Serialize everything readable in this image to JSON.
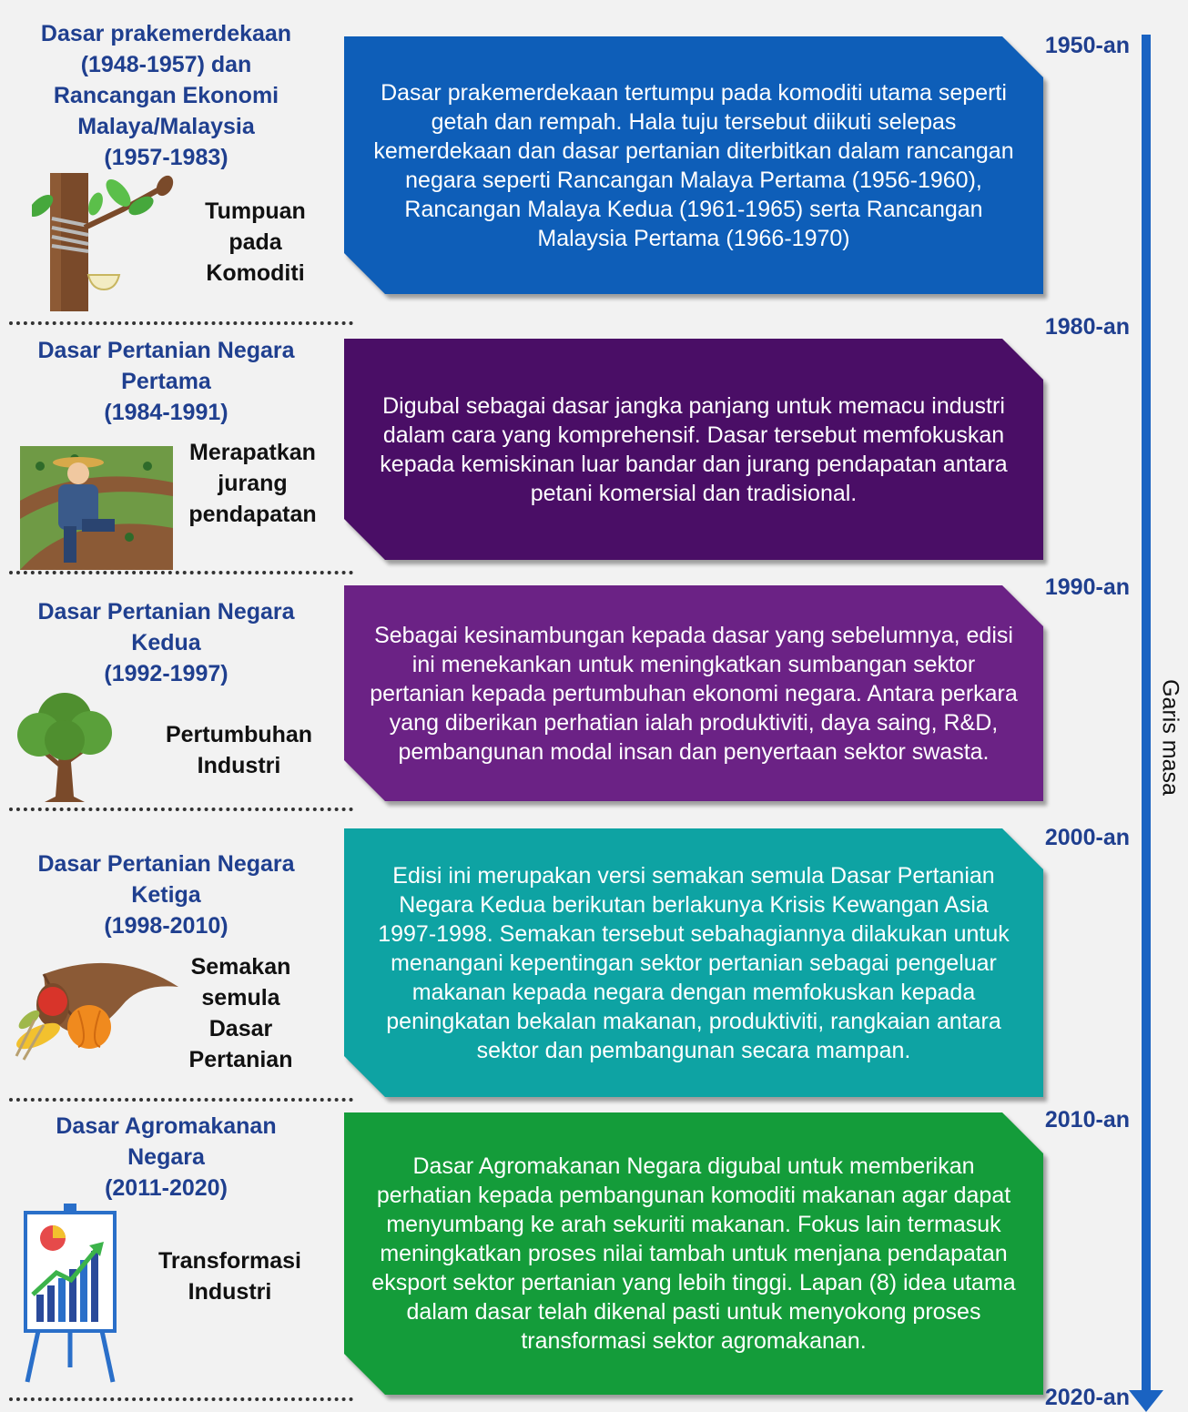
{
  "timeline": {
    "axis_label": "Garis masa",
    "decades": [
      "1950-an",
      "1980-an",
      "1990-an",
      "2000-an",
      "2010-an",
      "2020-an"
    ]
  },
  "phases": [
    {
      "title": "Dasar prakemerdekaan\n(1948-1957) dan\nRancangan Ekonomi\nMalaya/Malaysia\n(1957-1983)",
      "focus": "Tumpuan\npada\nKomoditi",
      "icon": "rubber-tree-tapping-icon",
      "color": "#0e5eb8",
      "description": "Dasar prakemerdekaan tertumpu pada komoditi utama seperti getah dan rempah. Hala tuju tersebut diikuti selepas kemerdekaan dan dasar pertanian diterbitkan dalam rancangan negara seperti Rancangan Malaya Pertama (1956-1960), Rancangan Malaya Kedua (1961-1965) serta Rancangan Malaysia Pertama (1966-1970)"
    },
    {
      "title": "Dasar Pertanian Negara\nPertama\n(1984-1991)",
      "focus": "Merapatkan\njurang\npendapatan",
      "icon": "farmer-icon",
      "color": "#4a0e66",
      "description": "Digubal sebagai dasar jangka panjang untuk memacu industri dalam cara yang komprehensif. Dasar tersebut memfokuskan kepada kemiskinan luar bandar dan jurang pendapatan antara petani komersial dan tradisional."
    },
    {
      "title": "Dasar Pertanian Negara\nKedua\n(1992-1997)",
      "focus": "Pertumbuhan\nIndustri",
      "icon": "tree-icon",
      "color": "#6b2285",
      "description": "Sebagai kesinambungan kepada dasar yang sebelumnya, edisi ini menekankan untuk meningkatkan sumbangan sektor pertanian kepada pertumbuhan ekonomi negara. Antara perkara yang diberikan perhatian ialah produktiviti, daya saing, R&D, pembangunan modal insan dan penyertaan sektor swasta."
    },
    {
      "title": "Dasar Pertanian Negara\nKetiga\n(1998-2010)",
      "focus": "Semakan\nsemula\nDasar\nPertanian",
      "icon": "cornucopia-icon",
      "color": "#0ea3a3",
      "description": "Edisi ini merupakan versi semakan semula Dasar Pertanian Negara Kedua berikutan berlakunya Krisis Kewangan Asia 1997-1998. Semakan tersebut sebahagiannya dilakukan untuk menangani kepentingan sektor pertanian sebagai pengeluar makanan kepada negara dengan memfokuskan kepada peningkatan bekalan makanan, produktiviti, rangkaian antara sektor dan pembangunan secara mampan."
    },
    {
      "title": "Dasar Agromakanan\nNegara\n(2011-2020)",
      "focus": "Transformasi\nIndustri",
      "icon": "growth-chart-board-icon",
      "color": "#149c3a",
      "description": "Dasar Agromakanan Negara digubal untuk memberikan perhatian kepada pembangunan komoditi makanan agar dapat menyumbang ke arah sekuriti makanan. Fokus lain termasuk meningkatkan proses nilai tambah untuk menjana pendapatan eksport sektor pertanian yang lebih tinggi. Lapan (8) idea utama dalam dasar telah dikenal pasti untuk menyokong proses transformasi sektor agromakanan."
    }
  ]
}
